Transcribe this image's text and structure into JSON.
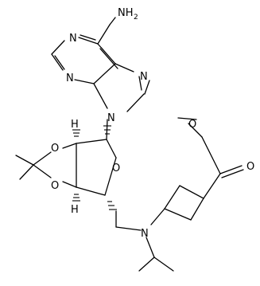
{
  "labels": {
    "amine_nh": "NH",
    "amine_sub": "2",
    "purine_n1": "N",
    "purine_n3": "N",
    "purine_n7": "N",
    "purine_n9": "N",
    "dioxolane_o1": "O",
    "dioxolane_o2": "O",
    "ring_o": "O",
    "ester_o_methoxy": "O",
    "ester_o_carbonyl": "O",
    "amine_n": "N",
    "stereo_h1": "H",
    "stereo_h2": "H"
  },
  "colors": {
    "ink": "#000000",
    "background": "#ffffff"
  }
}
